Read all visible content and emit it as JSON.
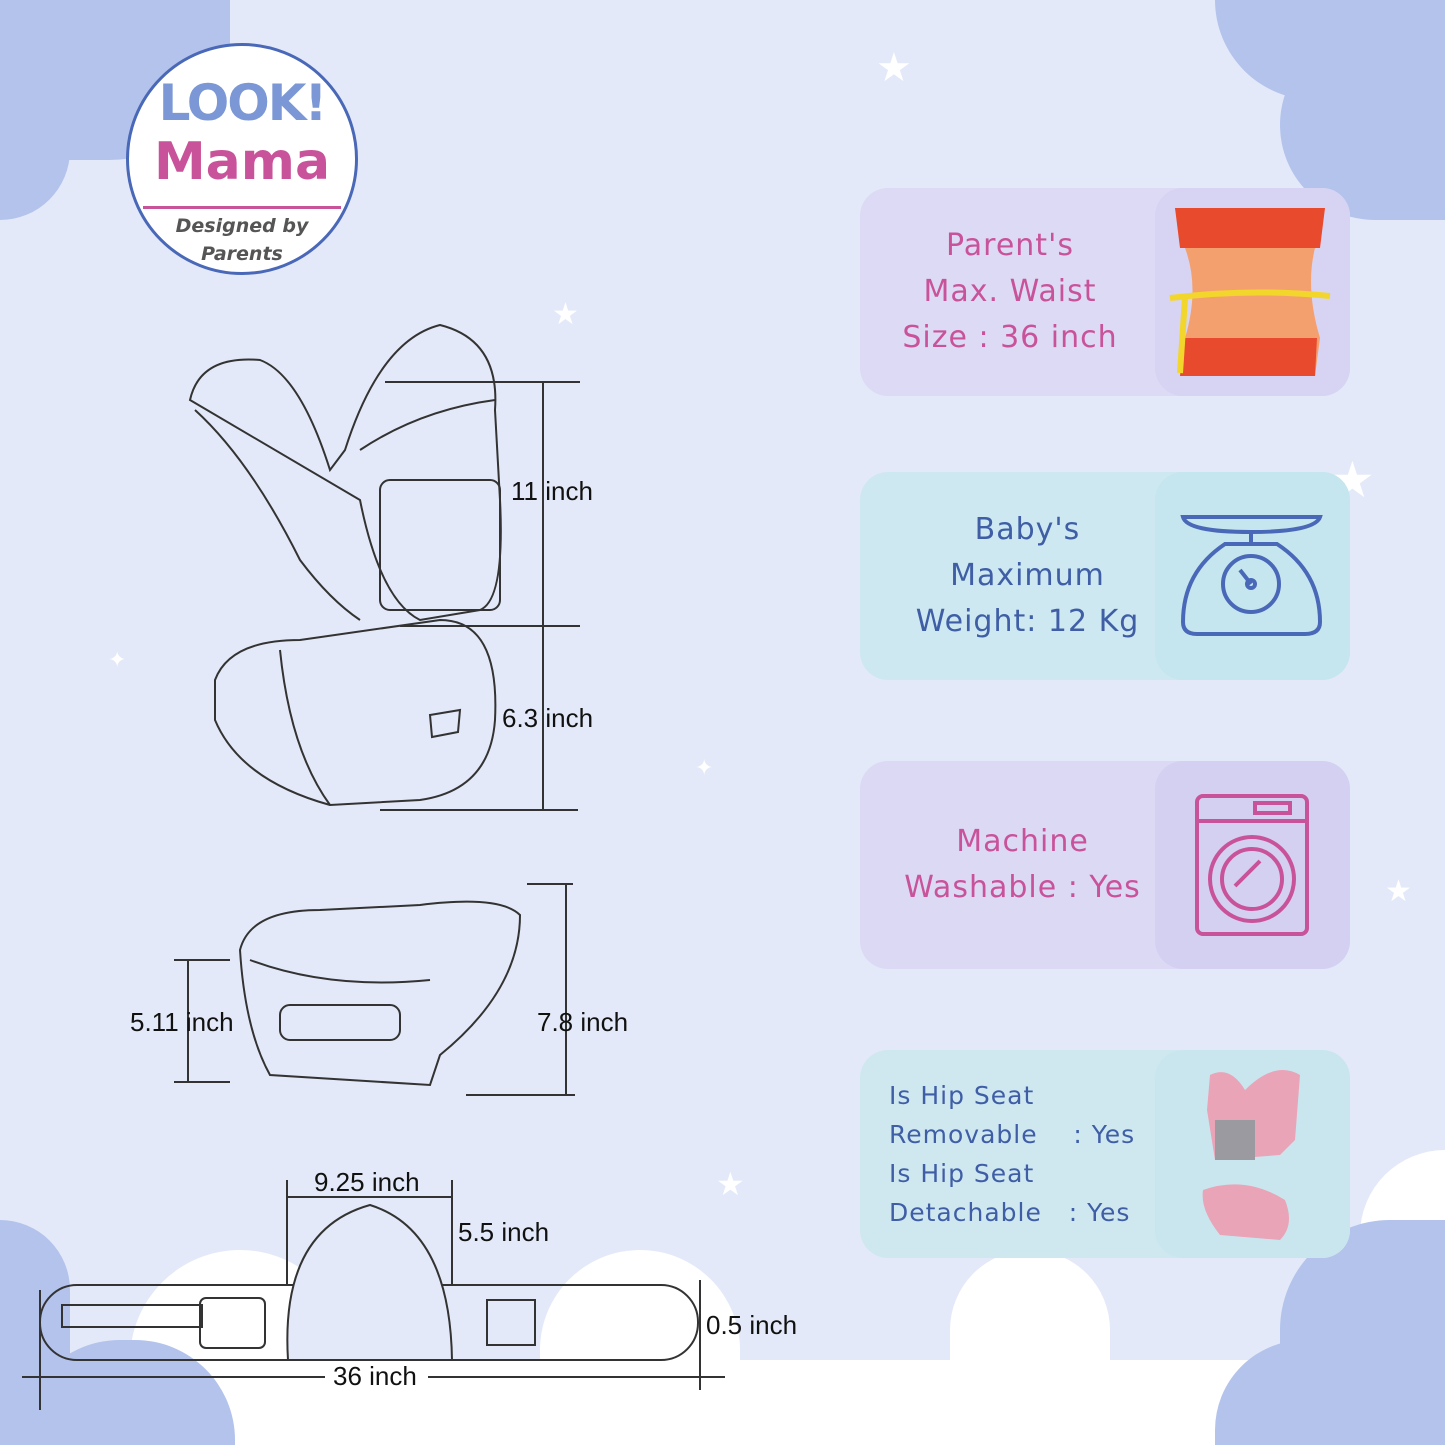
{
  "logo": {
    "brand_top": "LOOK!",
    "brand_bottom": "Mama",
    "tagline_1": "Designed by",
    "tagline_2": "Parents"
  },
  "dimensions": {
    "upper_height": "11 inch",
    "lower_height": "6.3 inch",
    "seat_height": "5.11 inch",
    "seat_depth": "7.8 inch",
    "seat_width": "9.25 inch",
    "seat_length": "5.5 inch",
    "belt_thickness": "0.5 inch",
    "belt_length": "36 inch"
  },
  "cards": [
    {
      "lines": [
        "Parent's",
        "Max. Waist",
        "Size : 36 inch"
      ],
      "icon": "waist-measure-icon",
      "bg": "#dcdaf4",
      "color": "#c9539a"
    },
    {
      "lines": [
        "Baby's",
        "Maximum",
        "Weight: 12 Kg"
      ],
      "icon": "weighing-scale-icon",
      "bg": "#cde8f0",
      "color": "#3f5ea6"
    },
    {
      "lines": [
        "Machine",
        "Washable : Yes"
      ],
      "icon": "washing-machine-icon",
      "bg": "#dcd9f5",
      "color": "#c9539a"
    },
    {
      "lines": [
        "Is Hip Seat",
        "Removable    : Yes",
        "Is Hip Seat",
        "Detachable   : Yes"
      ],
      "icon": "pink-carrier-icon",
      "bg": "#cfe8f0",
      "color": "#3f5ea6"
    }
  ]
}
